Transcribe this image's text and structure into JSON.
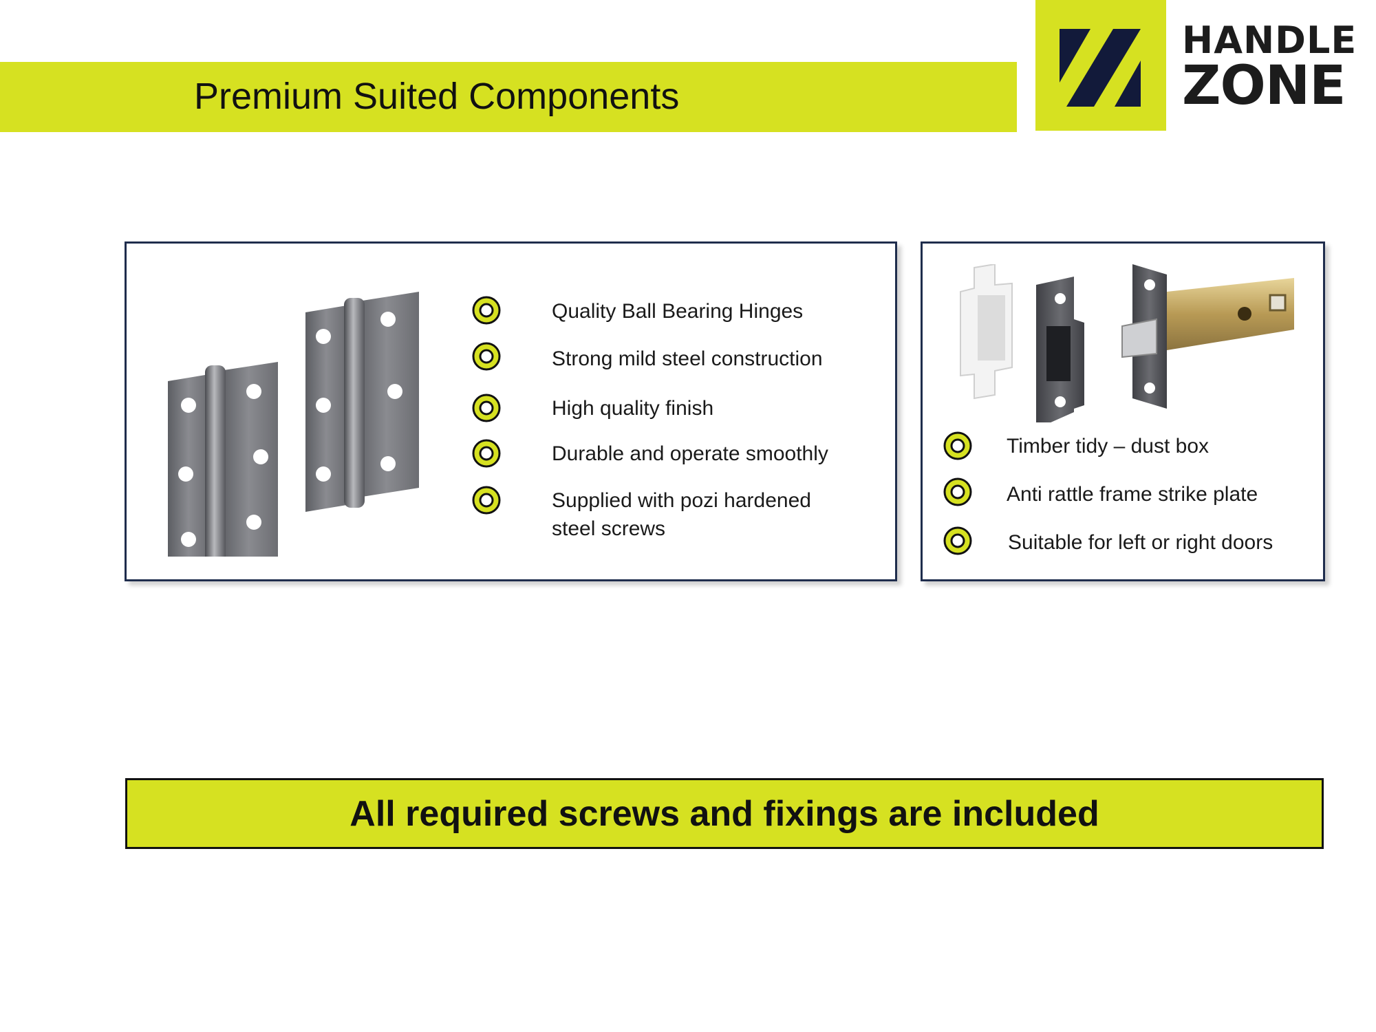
{
  "header": {
    "title": "Premium Suited Components",
    "brand_line1": "HANDLE",
    "brand_line2": "ZONE"
  },
  "hinges_card": {
    "image_icon": "ball-bearing-hinges-image",
    "bullets": [
      "Quality Ball Bearing Hinges",
      "Strong mild steel construction",
      "High quality finish",
      "Durable and operate smoothly",
      "Supplied with pozi hardened",
      "steel screws"
    ]
  },
  "latch_card": {
    "image_icon": "latch-and-strike-plate-image",
    "bullets": [
      "Timber tidy – dust box",
      "Anti rattle frame strike plate",
      "Suitable for left or right doors"
    ]
  },
  "footer": {
    "banner": "All required screws and fixings are included"
  },
  "colors": {
    "accent": "#d6e121",
    "navy": "#1f2d4d",
    "logo_mark": "#121a3a",
    "bullet_ring": "#111111"
  }
}
